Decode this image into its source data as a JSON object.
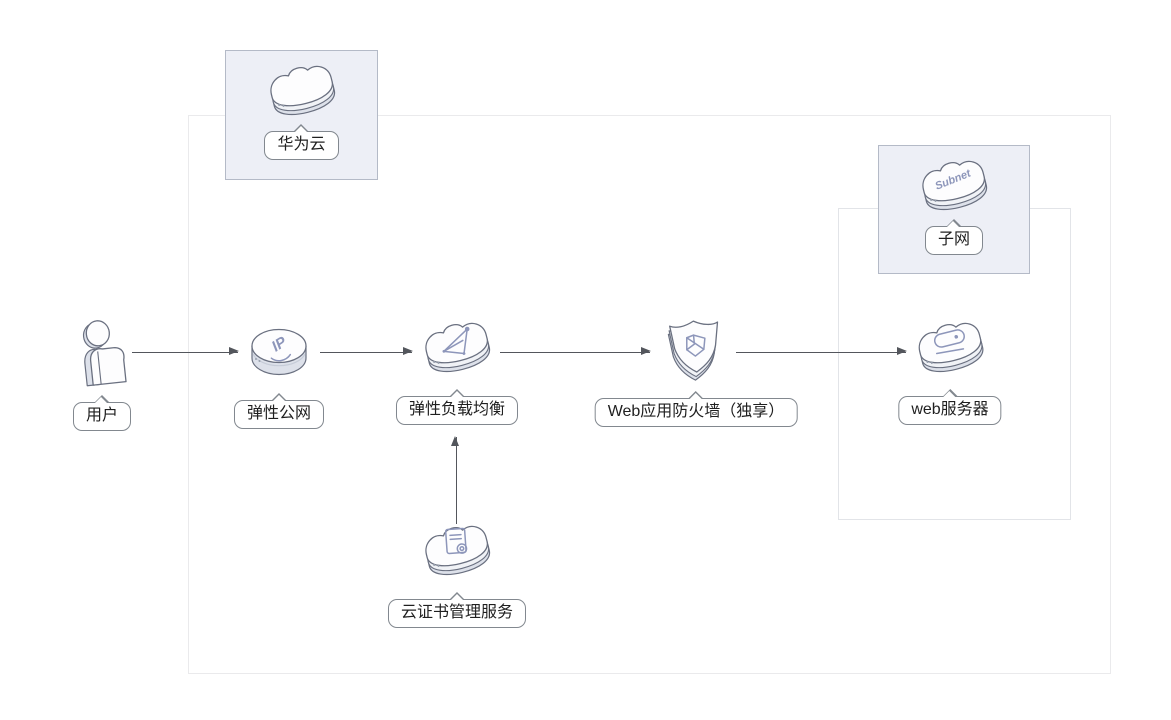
{
  "diagram_type": "architecture-flow",
  "regions": {
    "cloud": {
      "label": "华为云",
      "icon": "huawei-cloud-icon"
    },
    "subnet": {
      "label": "子网",
      "icon": "subnet-cloud-icon",
      "icon_text": "Subnet"
    }
  },
  "nodes": {
    "user": {
      "label": "用户",
      "icon": "user-icon"
    },
    "eip": {
      "label": "弹性公网",
      "icon": "elastic-ip-icon",
      "icon_text": "IP"
    },
    "elb": {
      "label": "弹性负载均衡",
      "icon": "load-balancer-icon"
    },
    "waf": {
      "label": "Web应用防火墙（独享）",
      "icon": "waf-shield-icon"
    },
    "web_server": {
      "label": "web服务器",
      "icon": "web-server-icon"
    },
    "ccm": {
      "label": "云证书管理服务",
      "icon": "certificate-icon"
    }
  },
  "edges": [
    {
      "from": "user",
      "to": "eip",
      "direction": "right"
    },
    {
      "from": "eip",
      "to": "elb",
      "direction": "right"
    },
    {
      "from": "elb",
      "to": "waf",
      "direction": "right"
    },
    {
      "from": "waf",
      "to": "web_server",
      "direction": "right"
    },
    {
      "from": "ccm",
      "to": "elb",
      "direction": "up"
    }
  ],
  "colors": {
    "background": "#ffffff",
    "outer_region_border": "#eaeaec",
    "subnet_region_border": "#e2e4e8",
    "group_box_bg": "#edeff6",
    "group_box_border": "#b4bac7",
    "bubble_border": "#82888f",
    "bubble_text": "#1f1f1f",
    "arrow": "#53565c",
    "icon_outline": "#6a7080",
    "icon_glyph": "#8d96ba"
  }
}
